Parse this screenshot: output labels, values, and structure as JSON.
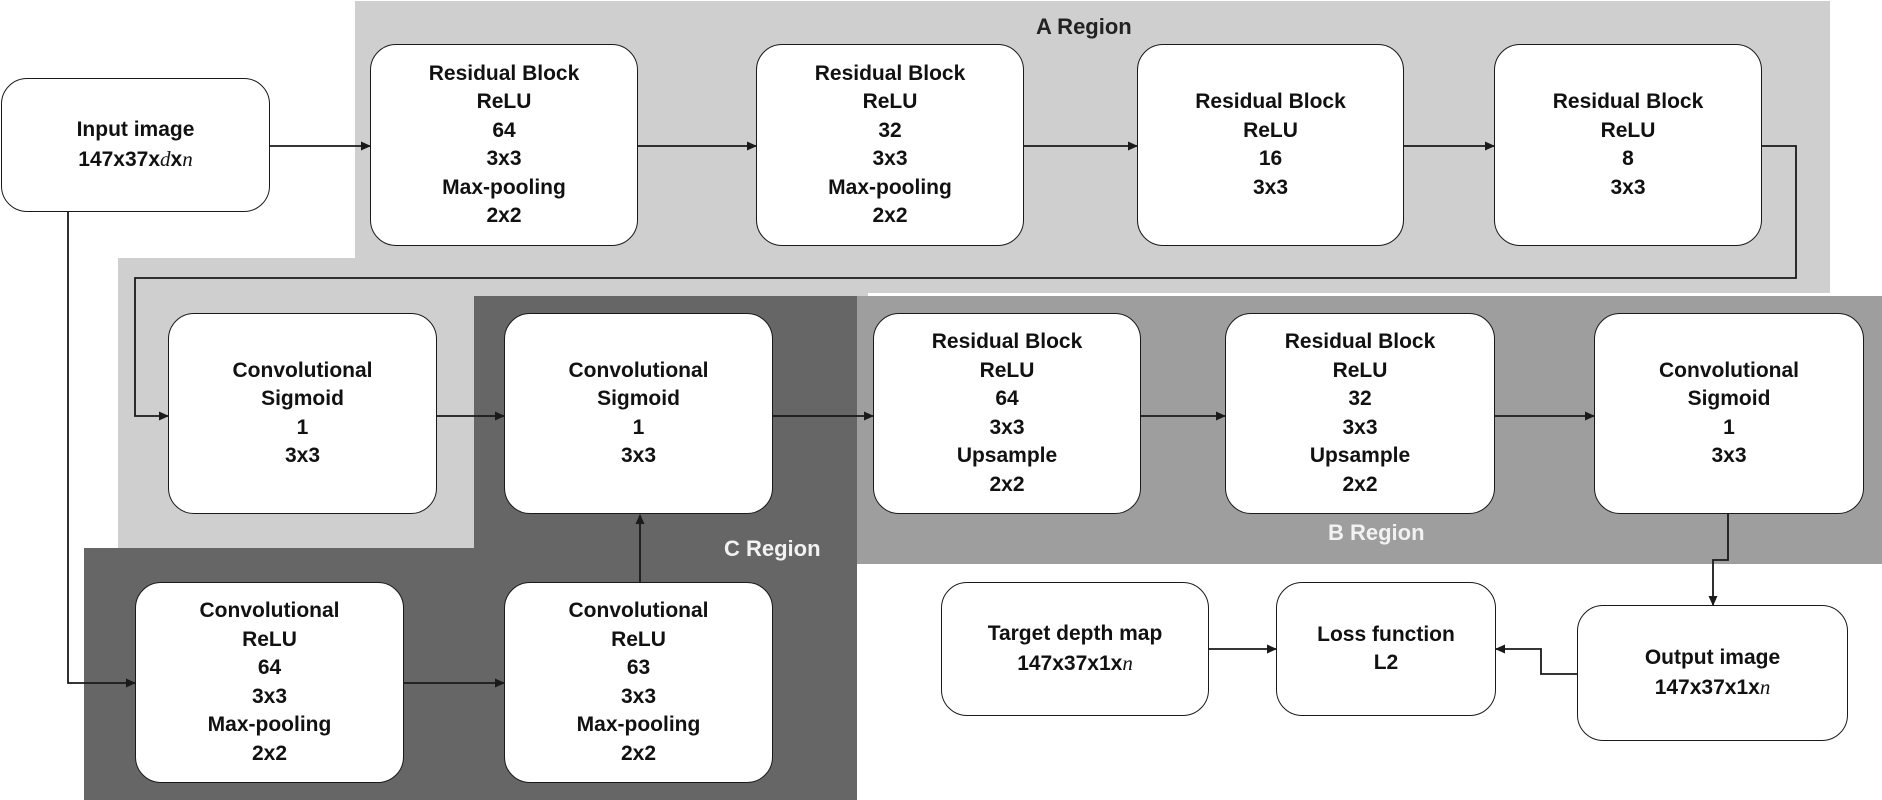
{
  "colors": {
    "region_a": "#cfcfcf",
    "region_b": "#9e9e9e",
    "region_c": "#666666",
    "node_fill": "#ffffff",
    "stroke": "#1a1a1a"
  },
  "regions": {
    "a": {
      "label": "A Region"
    },
    "b": {
      "label": "B Region"
    },
    "c": {
      "label": "C Region"
    }
  },
  "nodes": {
    "input": {
      "lines": [
        "Input image"
      ],
      "dims": "147x37x",
      "vars": [
        "d",
        "x",
        "n"
      ]
    },
    "res64_pool": {
      "lines": [
        "Residual Block",
        "ReLU",
        "64",
        "3x3",
        "Max-pooling",
        "2x2"
      ]
    },
    "res32_pool": {
      "lines": [
        "Residual Block",
        "ReLU",
        "32",
        "3x3",
        "Max-pooling",
        "2x2"
      ]
    },
    "res16": {
      "lines": [
        "Residual Block",
        "ReLU",
        "16",
        "3x3"
      ]
    },
    "res8": {
      "lines": [
        "Residual Block",
        "ReLU",
        "8",
        "3x3"
      ]
    },
    "conv_sig_a": {
      "lines": [
        "Convolutional",
        "Sigmoid",
        "1",
        "3x3"
      ]
    },
    "conv_sig_c": {
      "lines": [
        "Convolutional",
        "Sigmoid",
        "1",
        "3x3"
      ]
    },
    "res64_up": {
      "lines": [
        "Residual Block",
        "ReLU",
        "64",
        "3x3",
        "Upsample",
        "2x2"
      ]
    },
    "res32_up": {
      "lines": [
        "Residual Block",
        "ReLU",
        "32",
        "3x3",
        "Upsample",
        "2x2"
      ]
    },
    "conv_sig_b": {
      "lines": [
        "Convolutional",
        "Sigmoid",
        "1",
        "3x3"
      ]
    },
    "conv64": {
      "lines": [
        "Convolutional",
        "ReLU",
        "64",
        "3x3",
        "Max-pooling",
        "2x2"
      ]
    },
    "conv63": {
      "lines": [
        "Convolutional",
        "ReLU",
        "63",
        "3x3",
        "Max-pooling",
        "2x2"
      ]
    },
    "target": {
      "lines": [
        "Target depth map"
      ],
      "dims": "147x37x1x",
      "vars": [
        "n"
      ]
    },
    "loss": {
      "lines": [
        "Loss function",
        "L2"
      ]
    },
    "output": {
      "lines": [
        "Output image"
      ],
      "dims": "147x37x1x",
      "vars": [
        "n"
      ]
    }
  },
  "edges": [
    {
      "from": "input",
      "to": "res64_pool"
    },
    {
      "from": "res64_pool",
      "to": "res32_pool"
    },
    {
      "from": "res32_pool",
      "to": "res16"
    },
    {
      "from": "res16",
      "to": "res8"
    },
    {
      "from": "res8",
      "to": "conv_sig_a"
    },
    {
      "from": "conv_sig_a",
      "to": "conv_sig_c"
    },
    {
      "from": "conv_sig_c",
      "to": "res64_up"
    },
    {
      "from": "res64_up",
      "to": "res32_up"
    },
    {
      "from": "res32_up",
      "to": "conv_sig_b"
    },
    {
      "from": "conv_sig_b",
      "to": "output"
    },
    {
      "from": "output",
      "to": "loss"
    },
    {
      "from": "target",
      "to": "loss"
    },
    {
      "from": "input",
      "to": "conv64"
    },
    {
      "from": "conv64",
      "to": "conv63"
    },
    {
      "from": "conv63",
      "to": "conv_sig_c"
    }
  ]
}
